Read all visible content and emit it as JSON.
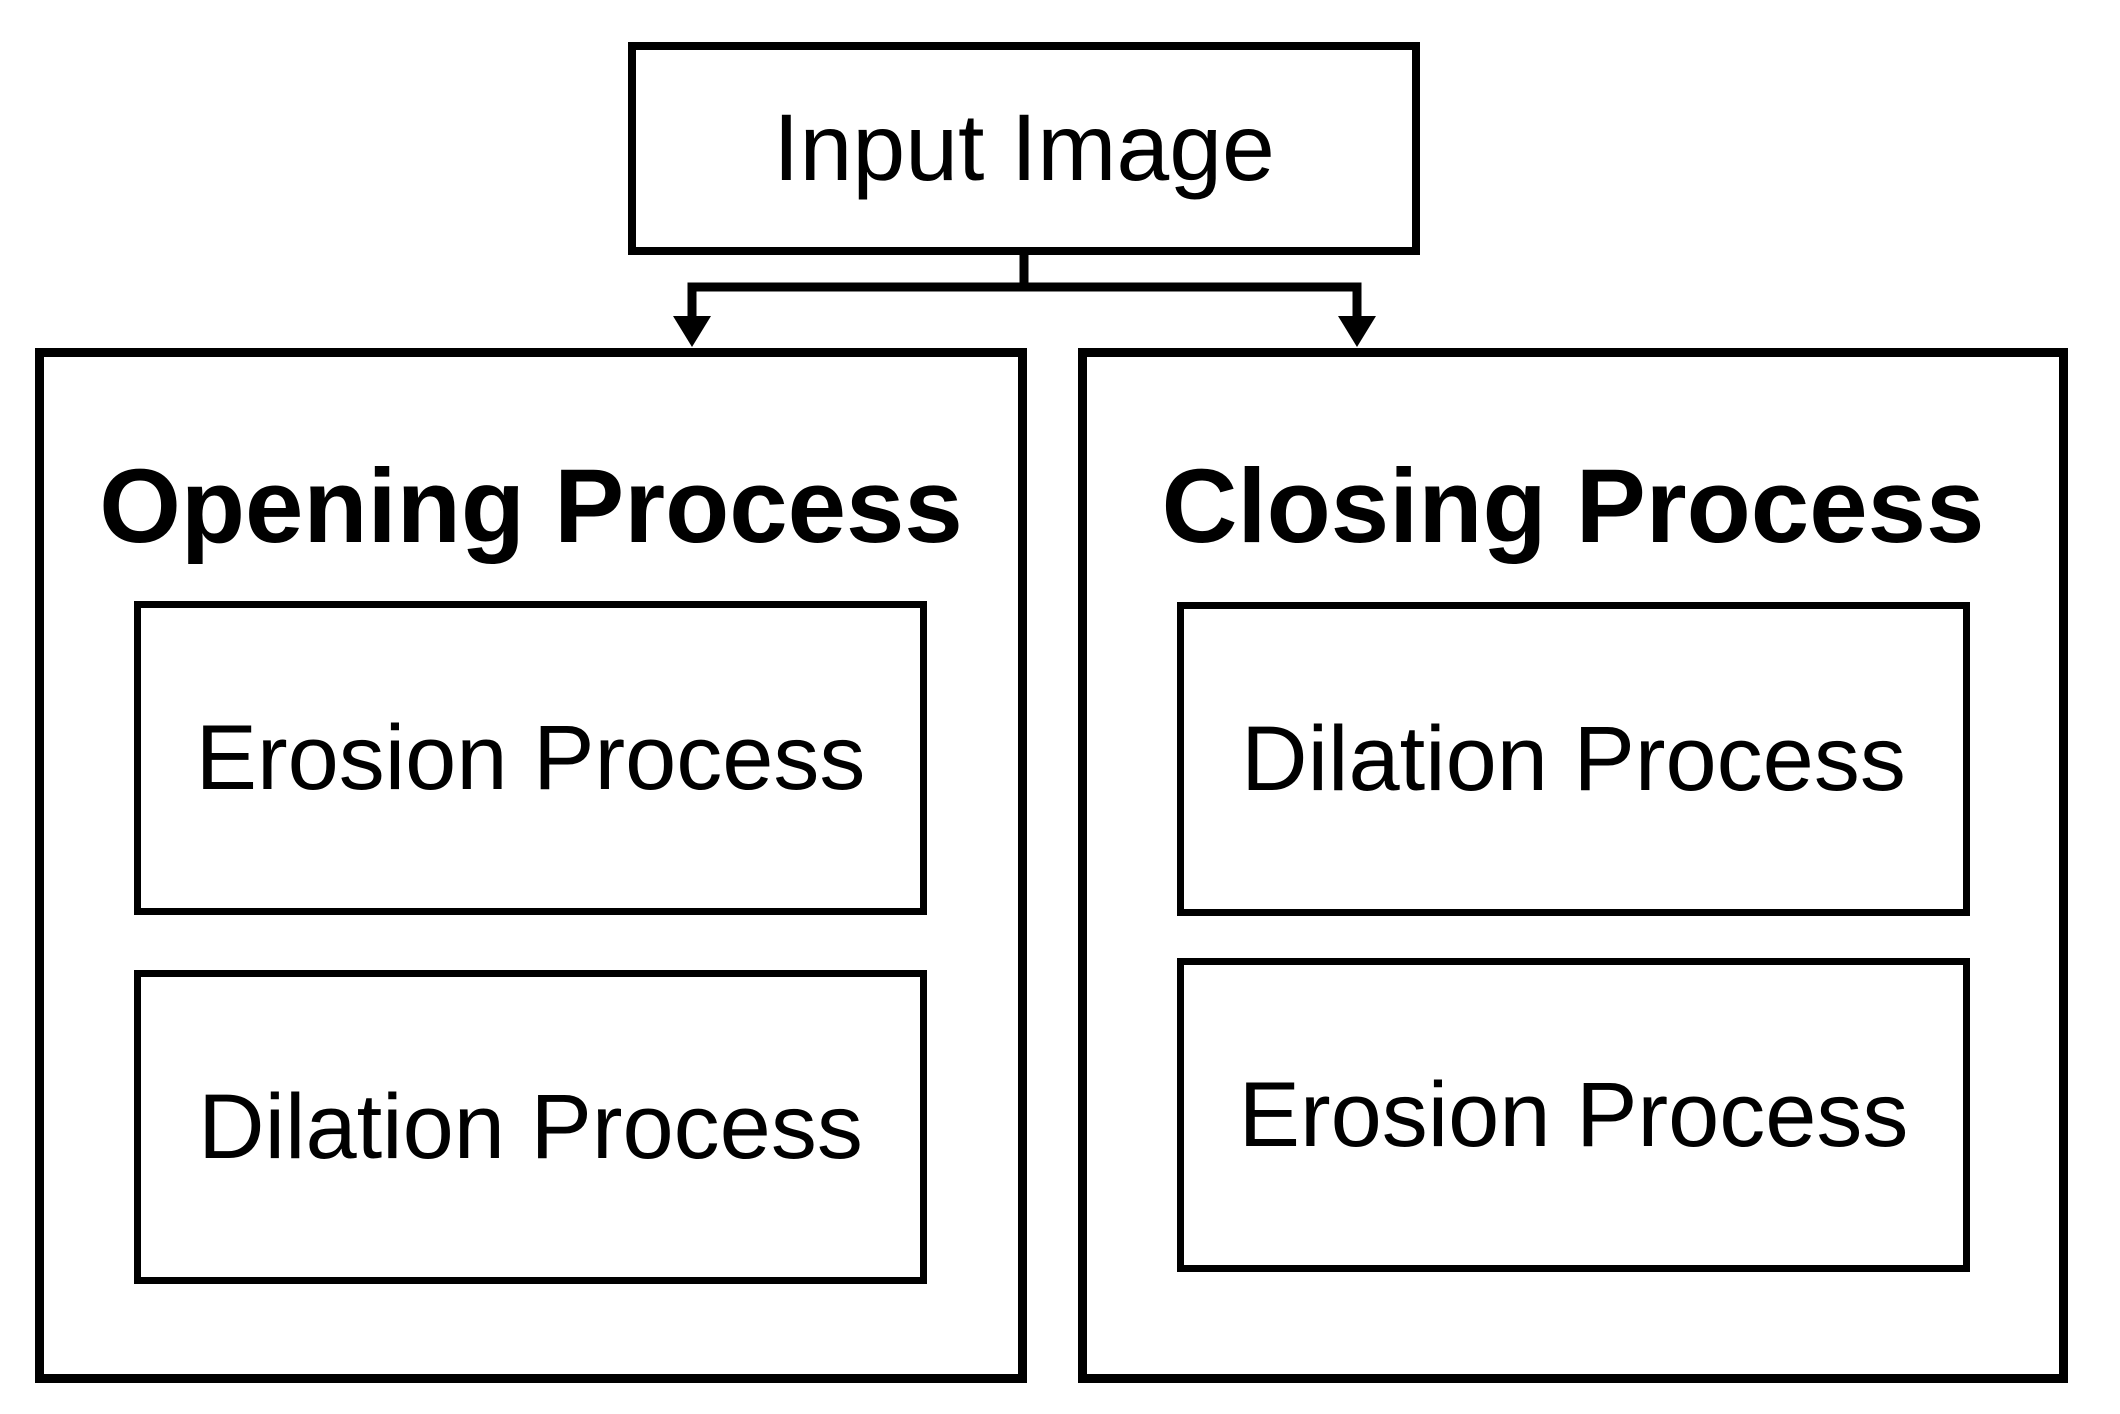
{
  "diagram": {
    "input_box": {
      "label": "Input Image"
    },
    "panels": [
      {
        "title": "Opening Process",
        "steps": [
          "Erosion Process",
          "Dilation Process"
        ]
      },
      {
        "title": "Closing Process",
        "steps": [
          "Dilation Process",
          "Erosion Process"
        ]
      }
    ],
    "colors": {
      "stroke": "#000000",
      "background": "#ffffff"
    }
  }
}
